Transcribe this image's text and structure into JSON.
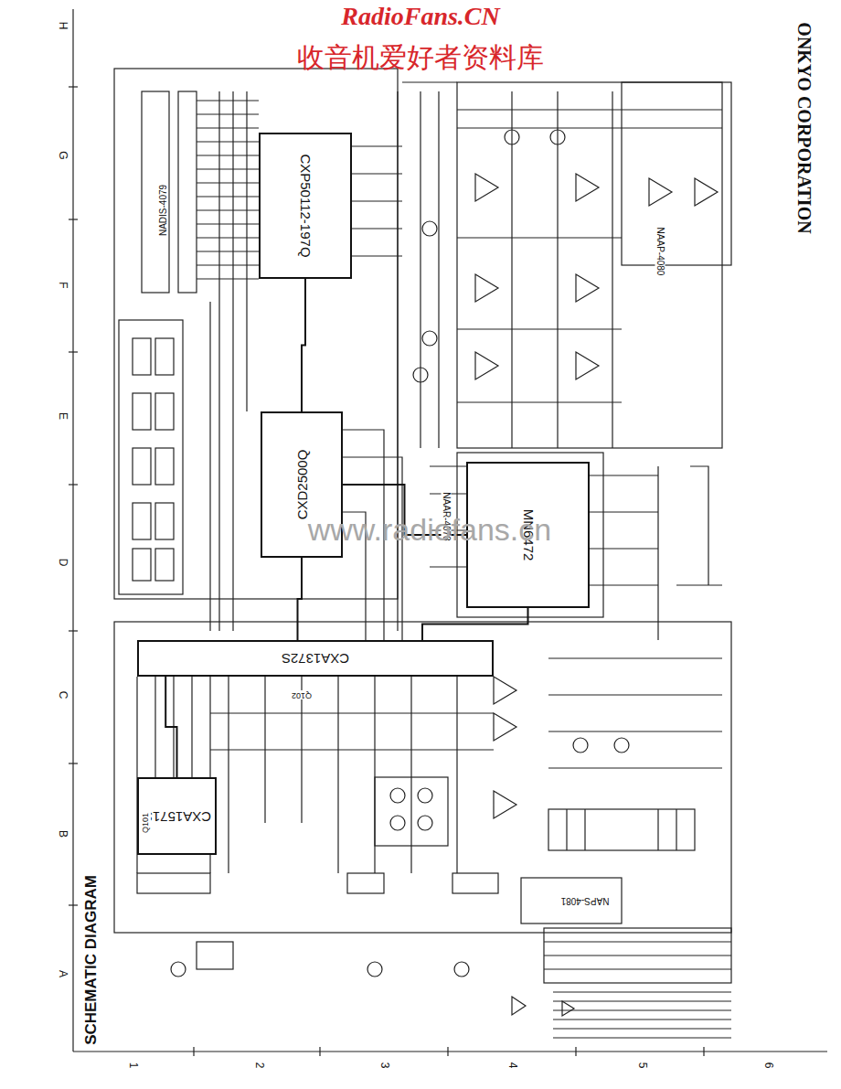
{
  "diagram": {
    "title": "SCHEMATIC DIAGRAM",
    "nodes": [
      {
        "text": [
          "CXP50112-197Q"
        ]
      },
      {
        "text": [
          "CXD2500Q"
        ]
      },
      {
        "text": [
          "MN6472"
        ]
      },
      {
        "text": [
          "CXA1372S"
        ]
      },
      {
        "text": [
          "CXA1571S"
        ]
      }
    ],
    "edges": [
      {
        "from": 0,
        "to": 1,
        "arrow": "none"
      },
      {
        "from": 1,
        "to": 2,
        "arrow": "none"
      },
      {
        "from": 1,
        "to": 3,
        "arrow": "none"
      },
      {
        "from": 2,
        "to": 3,
        "arrow": "none"
      },
      {
        "from": 4,
        "to": 3,
        "arrow": "none"
      }
    ],
    "labels": [
      "RadioFans.CN",
      "收音机爱好者资料库",
      "ONKYO CORPORATION",
      "H",
      "G",
      "F",
      "E",
      "D",
      "C",
      "B",
      "A",
      "1",
      "2",
      "3",
      "4",
      "5",
      "6",
      "NADIS-4079",
      "NAAP-4080",
      "NAAR-4078",
      "NAPS-4081",
      "www.radiofans.cn",
      "Q101",
      "Q102"
    ]
  }
}
